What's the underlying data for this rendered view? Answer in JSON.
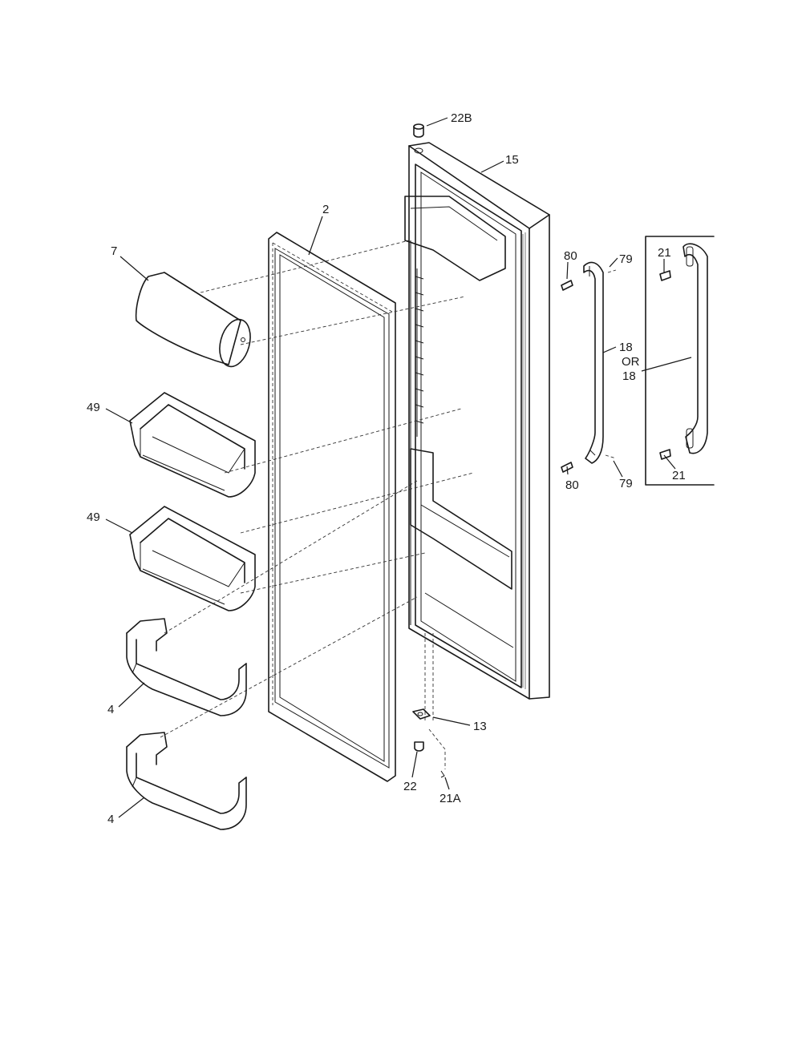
{
  "diagram": {
    "callouts": {
      "c22b": "22B",
      "c15": "15",
      "c2": "2",
      "c7": "7",
      "c80_top": "80",
      "c79_top": "79",
      "c21_top": "21",
      "c18_a": "18",
      "c_or": "OR",
      "c18_b": "18",
      "c49_a": "49",
      "c49_b": "49",
      "c80_bottom": "80",
      "c79_bottom": "79",
      "c21_bottom": "21",
      "c4_a": "4",
      "c4_b": "4",
      "c13": "13",
      "c22": "22",
      "c21a": "21A"
    }
  }
}
